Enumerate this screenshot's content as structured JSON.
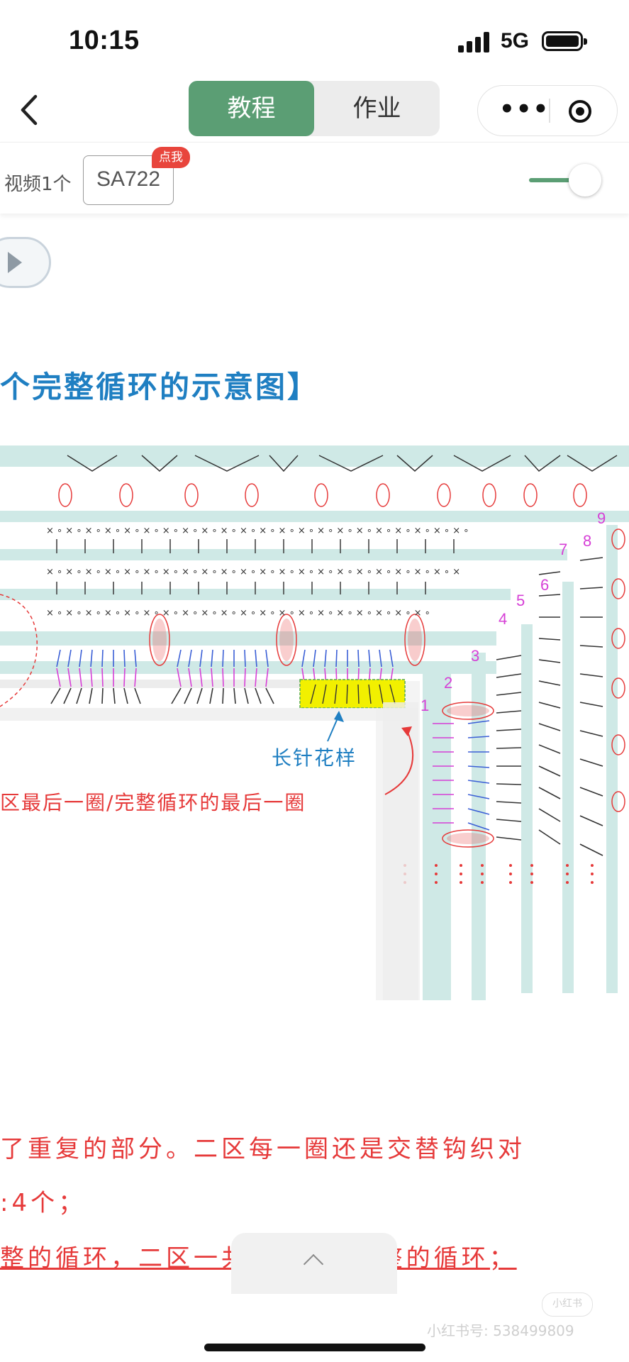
{
  "status_bar": {
    "time": "10:15",
    "network": "5G"
  },
  "nav": {
    "tabs": [
      {
        "label": "教程",
        "active": true
      },
      {
        "label": "作业",
        "active": false
      }
    ],
    "back_icon": "chevron-left-icon",
    "more_icon": "more-dots-icon",
    "close_icon": "target-icon"
  },
  "toolbar": {
    "video_count": "视频1个",
    "code": "SA722",
    "badge": "点我",
    "toggle_on": true
  },
  "content": {
    "title": "个完整循环的示意图】",
    "label_long_stitch": "长针花样",
    "label_last_round": "区最后一圈/完整循环的最后一圈",
    "row_numbers": [
      "1",
      "2",
      "3",
      "4",
      "5",
      "6",
      "7",
      "8",
      "9"
    ],
    "paragraph1": "了重复的部分。二区每一圈还是交替钩织对",
    "paragraph2": ":4个；",
    "paragraph3": "整的循环，二区一共钩织3个完整的循环；"
  },
  "watermark": {
    "logo": "小红书",
    "text": "小红书号: 538499809"
  },
  "colors": {
    "accent": "#5b9e74",
    "title_blue": "#1f7fc2",
    "red": "#e63a3a",
    "teal_band": "#cfe9e6",
    "highlight": "#f2f000"
  }
}
